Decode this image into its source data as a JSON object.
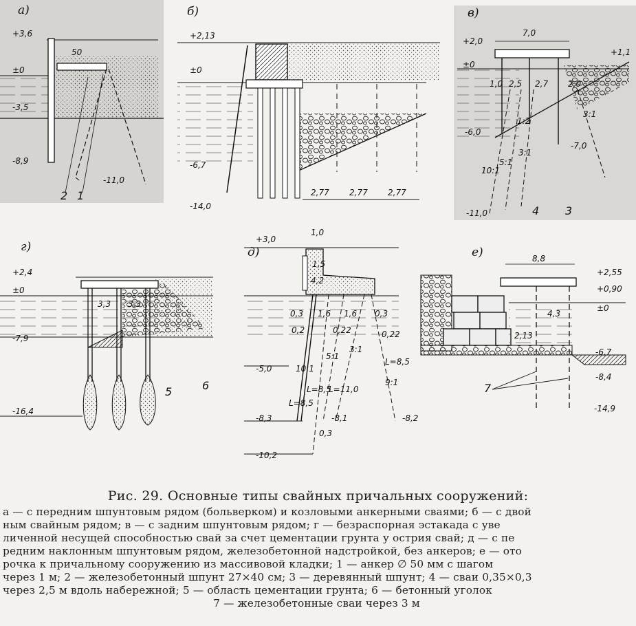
{
  "caption": {
    "title": "Рис. 29. Основные типы свайных причальных сооружений:",
    "lines": [
      "a — с передним шпунтовым рядом (больверком) и козловыми анкерными сваями; б — с двой",
      "ным свайным рядом; в — с задним шпунтовым рядом; г — безраспорная эстакада с уве",
      "личенной несущей способностью свай за счет цементации грунта у острия свай; д — с пе",
      "редним наклонным шпунтовым рядом, железобетонной надстройкой, без анкеров; е — отo",
      "рочка к причальному сооружению из массивовой кладки; 1 — анкер ∅  50 мм с шагом",
      "через 1 м; 2 — железобетонный шпунт 27×40 см; 3 — деревянный шпунт; 4 — сваи 0,35×0,3",
      "через 2,5 м вдоль набережной; 5 — область цементации грунта; 6 — бетонный уголок"
    ],
    "last_line": "7 — железобетонные сваи через 3 м"
  },
  "panels": {
    "a": {
      "letter": "а)",
      "marks": [
        "+3,6",
        "±0",
        "-3,5",
        "-8,9",
        "-11,0"
      ],
      "dims": [
        "50"
      ],
      "callouts": [
        "2",
        "1"
      ]
    },
    "b": {
      "letter": "б)",
      "marks": [
        "+2,13",
        "±0",
        "-6,7",
        "-14,0"
      ],
      "dims": [
        "2,77",
        "2,77",
        "2,77"
      ]
    },
    "v": {
      "letter": "в)",
      "marks": [
        "+2,0",
        "±0",
        "+1,1",
        "-6,0",
        "-7,0",
        "-11,0"
      ],
      "dims": [
        "7,0",
        "1,0",
        "2,5",
        "2,7",
        "2,0"
      ],
      "slopes": [
        "1:2",
        "3:1",
        "10:1",
        "5:1",
        "3:1"
      ],
      "callouts": [
        "4",
        "3"
      ]
    },
    "g": {
      "letter": "г)",
      "marks": [
        "+2,4",
        "±0",
        "-7,9",
        "-16,4"
      ],
      "dims": [
        "3,3",
        "3,3"
      ],
      "callouts": [
        "5",
        "6"
      ]
    },
    "d": {
      "letter": "д)",
      "marks": [
        "+3,0",
        "-5,0",
        "-8,3",
        "-8,1",
        "-8,2",
        "-10,2"
      ],
      "dims": [
        "1,0",
        "1,5",
        "4,2",
        "0,3",
        "1,6",
        "1,6",
        "0,3",
        "0,2",
        "0,22",
        "0,22",
        "0,3"
      ],
      "slopes": [
        "10:1",
        "5:1",
        "3:1",
        "9:1"
      ],
      "lengths": [
        "L=8,5",
        "L=8,5",
        "L=11,0",
        "L=8,5"
      ]
    },
    "e": {
      "letter": "е)",
      "marks": [
        "+2,55",
        "+0,90",
        "±0",
        "-6,7",
        "-8,4",
        "-14,9"
      ],
      "dims": [
        "8,8",
        "4,3",
        "2,13"
      ],
      "callouts": [
        "7"
      ]
    }
  }
}
